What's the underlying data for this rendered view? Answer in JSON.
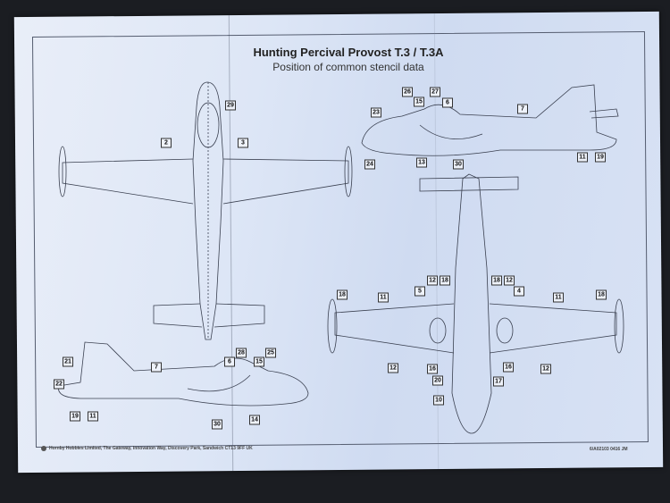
{
  "sheet": {
    "title": "Hunting Percival Provost T.3 / T.3A",
    "subtitle": "Position of common stencil data",
    "footer_publisher": "Hornby Hobbies Limited, The Gateway, Innovation Way, Discovery Park, Sandwich CT13 9FF UK",
    "footer_code": "6/A02103 0416 JM"
  },
  "callouts": {
    "top_view": [
      "29",
      "2",
      "3"
    ],
    "side_view_right": [
      "26",
      "15",
      "27",
      "6",
      "23",
      "7",
      "24",
      "13",
      "30",
      "11",
      "19"
    ],
    "underside_view": [
      "18",
      "11",
      "12",
      "18",
      "5",
      "12",
      "16",
      "20",
      "10",
      "17",
      "16",
      "18",
      "12",
      "4",
      "11",
      "18",
      "12"
    ],
    "side_view_left": [
      "21",
      "22",
      "19",
      "11",
      "7",
      "6",
      "28",
      "15",
      "25",
      "30",
      "14"
    ]
  }
}
